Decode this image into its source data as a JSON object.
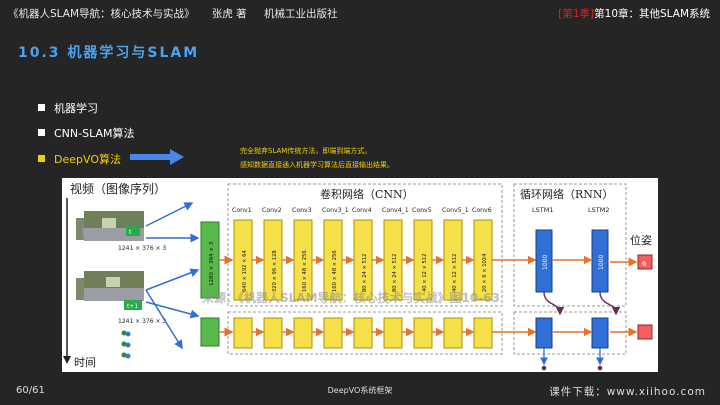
{
  "header": {
    "book_title": "《机器人SLAM导航：核心技术与实战》",
    "author": "张虎 著",
    "publisher": "机械工业出版社",
    "season": "[第1季]",
    "chapter": "第10章：其他SLAM系统"
  },
  "section_title": "10.3 机器学习与SLAM",
  "bullets": [
    {
      "label": "机器学习"
    },
    {
      "label": "CNN-SLAM算法"
    },
    {
      "label": "DeepVO算法"
    }
  ],
  "notes": [
    "完全抛弃SLAM传统方法，即端到端方式。",
    "感知数据直接通入机器学习算法后直接输出结果。"
  ],
  "diagram": {
    "video_label": "视频（图像序列）",
    "time_label": "时间",
    "image_size": "1241 × 376 × 3",
    "frame_t": "t",
    "frame_t1": "t+1",
    "stack_label": "1280 × 384 × 3",
    "cnn_title": "卷积网络（CNN）",
    "rnn_title": "循环网络（RNN）",
    "pose_label": "位姿",
    "pose_value": "6",
    "cnn_layers": [
      {
        "name": "Conv1",
        "dims": "640 × 192 × 64"
      },
      {
        "name": "Conv2",
        "dims": "320 × 96 × 128"
      },
      {
        "name": "Conv3",
        "dims": "160 × 48 × 256"
      },
      {
        "name": "Conv3_1",
        "dims": "160 × 48 × 256"
      },
      {
        "name": "Conv4",
        "dims": "80 × 24 × 512"
      },
      {
        "name": "Conv4_1",
        "dims": "80 × 24 × 512"
      },
      {
        "name": "Conv5",
        "dims": "40 × 12 × 512"
      },
      {
        "name": "Conv5_1",
        "dims": "40 × 12 × 512"
      },
      {
        "name": "Conv6",
        "dims": "20 × 6 × 1024"
      }
    ],
    "lstm_layers": [
      {
        "name": "LSTM1",
        "units": "1000"
      },
      {
        "name": "LSTM2",
        "units": "1000"
      }
    ],
    "watermark": "来源：《机器人SLAM导航：核心技术与实战》图10-63"
  },
  "footer": {
    "page": "60/61",
    "caption": "DeepVO系统框架",
    "download": "课件下载：www.xiihoo.com"
  }
}
